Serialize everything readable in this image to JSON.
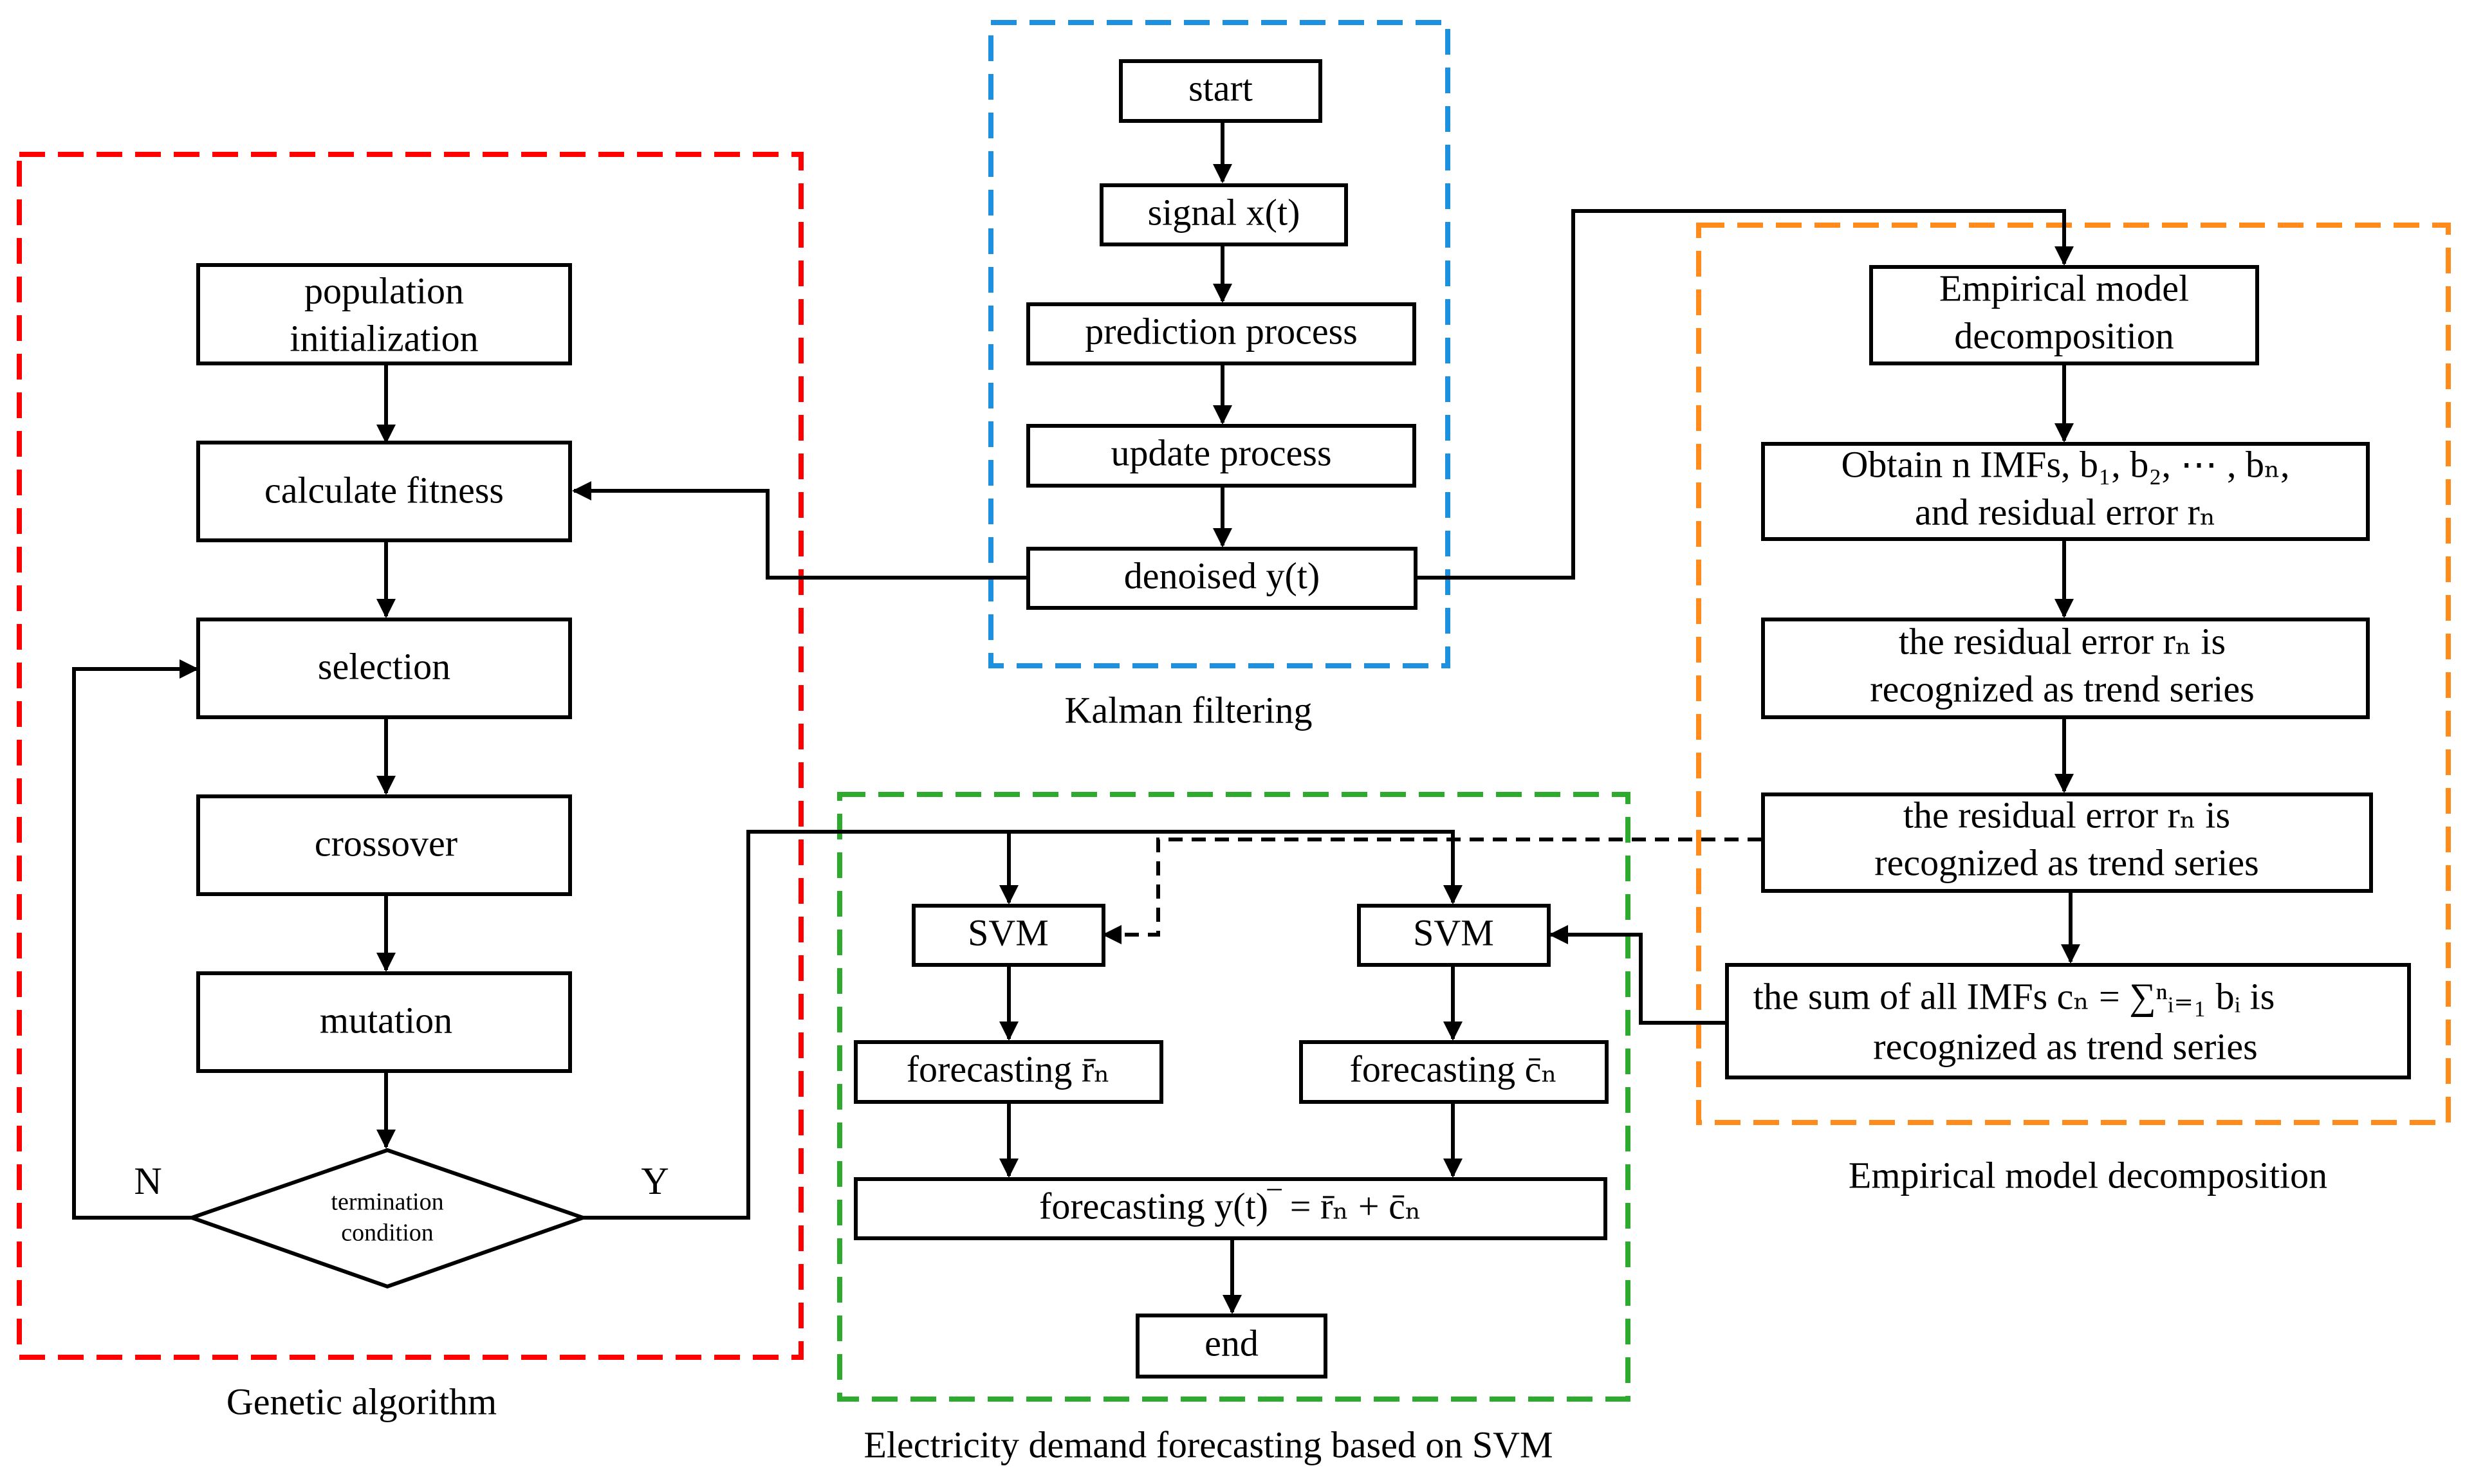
{
  "groups": {
    "kalman": {
      "caption": "Kalman filtering",
      "color": "#1E90E0"
    },
    "genetic": {
      "caption": "Genetic algorithm",
      "color": "#FF0000"
    },
    "emd": {
      "caption": "Empirical model decomposition",
      "color": "#FF8C1A"
    },
    "svm": {
      "caption": "Electricity demand forecasting based on SVM",
      "color": "#2EAA2E"
    }
  },
  "nodes": {
    "start": {
      "lines": [
        "start"
      ]
    },
    "signal": {
      "lines": [
        "signal x(t)"
      ]
    },
    "prediction": {
      "lines": [
        "prediction process"
      ]
    },
    "update": {
      "lines": [
        "update process"
      ]
    },
    "denoised": {
      "lines": [
        "denoised y(t)"
      ]
    },
    "pop_init": {
      "lines": [
        "population",
        "initialization"
      ]
    },
    "fitness": {
      "lines": [
        "calculate fitness"
      ]
    },
    "selection": {
      "lines": [
        "selection"
      ]
    },
    "crossover": {
      "lines": [
        "crossover"
      ]
    },
    "mutation": {
      "lines": [
        "mutation"
      ]
    },
    "termination": {
      "lines": [
        "termination",
        "condition"
      ]
    },
    "emd_box": {
      "lines": [
        "Empirical model",
        "decomposition"
      ]
    },
    "obtain_imfs": {
      "lines": [
        "Obtain n IMFs, b₁, b₂, ⋯ , bₙ,",
        "and residual error rₙ"
      ]
    },
    "residual1": {
      "lines": [
        "the residual error rₙ is",
        "recognized as trend series"
      ]
    },
    "residual2": {
      "lines": [
        "the residual error rₙ is",
        "recognized as trend series"
      ]
    },
    "sum_imfs": {
      "lines": [
        "the sum of all IMFs cₙ = ∑ⁿᵢ₌₁ bᵢ  is",
        "recognized as trend series"
      ]
    },
    "svm_left": {
      "lines": [
        "SVM"
      ]
    },
    "svm_right": {
      "lines": [
        "SVM"
      ]
    },
    "fc_r": {
      "lines": [
        "forecasting r̄ₙ"
      ]
    },
    "fc_c": {
      "lines": [
        "forecasting c̄ₙ"
      ]
    },
    "fc_y": {
      "lines": [
        "forecasting y(t)‾ = r̄ₙ + c̄ₙ"
      ]
    },
    "end": {
      "lines": [
        "end"
      ]
    }
  },
  "labels": {
    "no": "N",
    "yes": "Y"
  }
}
